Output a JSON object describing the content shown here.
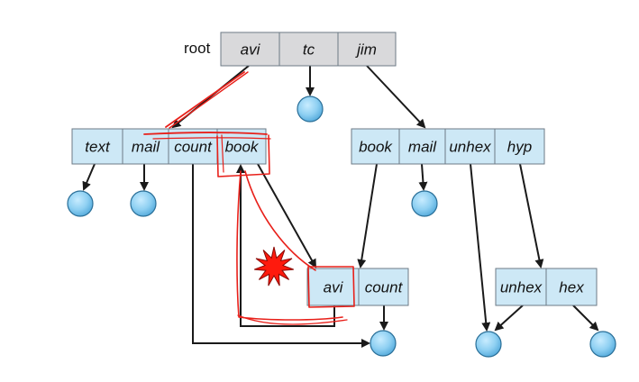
{
  "root_label": "root",
  "colors": {
    "root_fill": "#d9d9db",
    "dir_fill": "#cde8f6",
    "cell_stroke": "#6d7a86",
    "edge": "#1a1a1a",
    "file_fill": "#8fd0f2",
    "file_stroke": "#2a6f98",
    "annotation": "#e8201a"
  },
  "directories": [
    {
      "id": "root",
      "entries": [
        "avi",
        "tc",
        "jim"
      ]
    },
    {
      "id": "avi",
      "entries": [
        "text",
        "mail",
        "count",
        "book"
      ]
    },
    {
      "id": "jim",
      "entries": [
        "book",
        "mail",
        "unhex",
        "hyp"
      ]
    },
    {
      "id": "book",
      "entries": [
        "avi",
        "count"
      ]
    },
    {
      "id": "hyp",
      "entries": [
        "unhex",
        "hex"
      ]
    }
  ],
  "files": [
    "tc",
    "text",
    "mail",
    "jim-mail",
    "count",
    "hex",
    "unhex"
  ],
  "annotation": {
    "marker": "red-burst-icon"
  }
}
